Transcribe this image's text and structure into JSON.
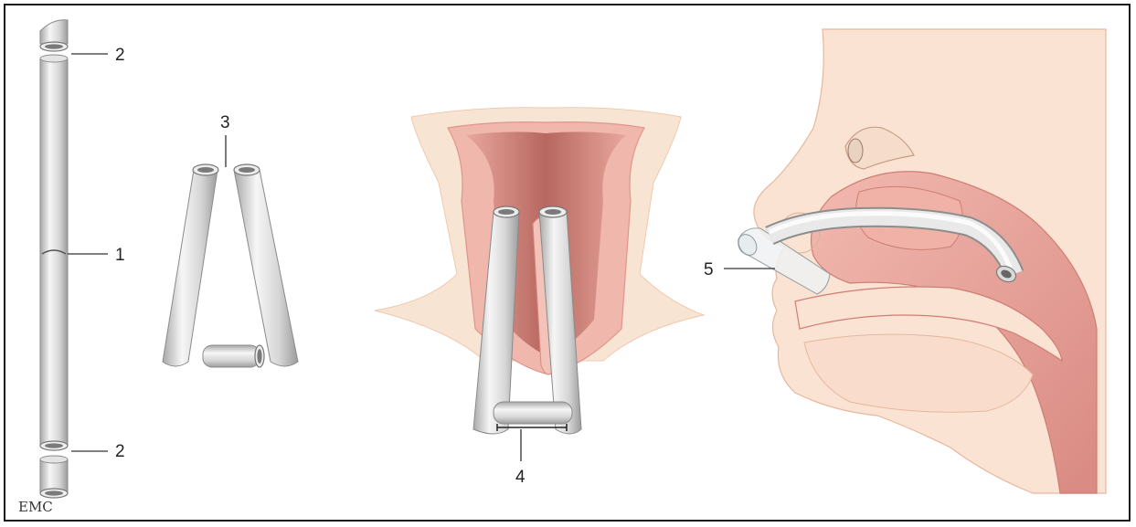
{
  "figure": {
    "callouts": {
      "c1": "1",
      "c2_top": "2",
      "c2_bottom": "2",
      "c3": "3",
      "c4": "4",
      "c5": "5"
    },
    "watermark": "EMC"
  },
  "colors": {
    "frame": "#1a1a1a",
    "tube_light": "#f4f4f4",
    "tube_mid": "#d2d2d2",
    "tube_dark": "#9a9a9a",
    "skin": "#fbe3d4",
    "mucosa": "#e9a8a0",
    "mucosa_dark": "#c5736c",
    "label": "#222222"
  }
}
